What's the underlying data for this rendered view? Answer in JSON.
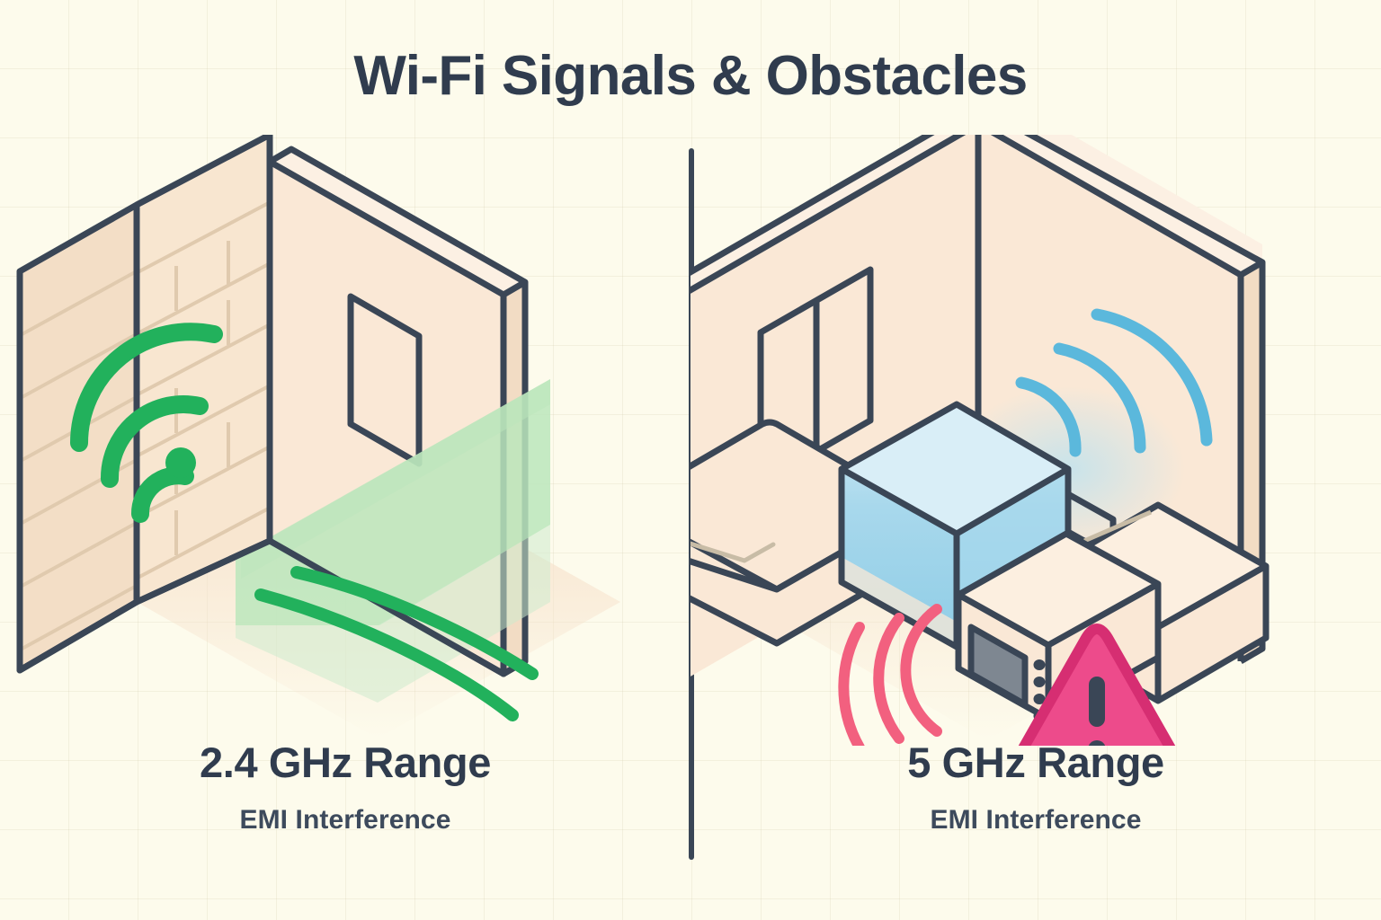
{
  "page": {
    "title": "Wi-Fi Signals & Obstacles",
    "background_color": "#FDFBEC",
    "grid_color": "#CEC4A0",
    "ink_color": "#303C4E"
  },
  "divider": {
    "name": "vertical-divider",
    "color": "#3A4656"
  },
  "panels": [
    {
      "id": "left",
      "caption": "2.4 GHz Range",
      "subcaption": "EMI Interference",
      "signal_color": "#22B15C",
      "signal_glow_color": "#BCE6BE",
      "wall_color": "#F7E3CE",
      "wall_texture": "brick",
      "scene_items": [
        {
          "name": "brick-wall",
          "label": "Brick wall obstacle"
        },
        {
          "name": "plain-wall",
          "label": "Interior wall"
        },
        {
          "name": "wall-panel",
          "label": "Wall panel"
        },
        {
          "name": "wifi-signal-icon",
          "label": "2.4 GHz Wi-Fi signal"
        },
        {
          "name": "signal-beam",
          "label": "Signal penetration beam"
        },
        {
          "name": "signal-ray",
          "label": "Signal ray"
        },
        {
          "name": "floor-shadow",
          "label": "Floor shadow"
        }
      ]
    },
    {
      "id": "right",
      "caption": "5 GHz Range",
      "subcaption": "EMI Interference",
      "signal_color": "#5BB8DC",
      "interference_color": "#F2607F",
      "warning_color": "#ED4B8B",
      "warning_border_color": "#D62E72",
      "aquarium_color": "#9BD4EA",
      "wall_color": "#FAE8D6",
      "scene_items": [
        {
          "name": "room-wall-left",
          "label": "Left room wall"
        },
        {
          "name": "room-wall-right",
          "label": "Right room wall"
        },
        {
          "name": "window",
          "label": "Window"
        },
        {
          "name": "sofa",
          "label": "Sofa"
        },
        {
          "name": "aquarium",
          "label": "Aquarium / water tank obstacle"
        },
        {
          "name": "microwave",
          "label": "Microwave oven"
        },
        {
          "name": "counter",
          "label": "Kitchen counter"
        },
        {
          "name": "wifi-signal-icon",
          "label": "5 GHz Wi-Fi signal"
        },
        {
          "name": "emi-waves",
          "label": "EMI interference waves"
        },
        {
          "name": "warning-icon",
          "label": "Interference warning"
        },
        {
          "name": "floor-shadow",
          "label": "Floor shadow"
        }
      ]
    }
  ]
}
